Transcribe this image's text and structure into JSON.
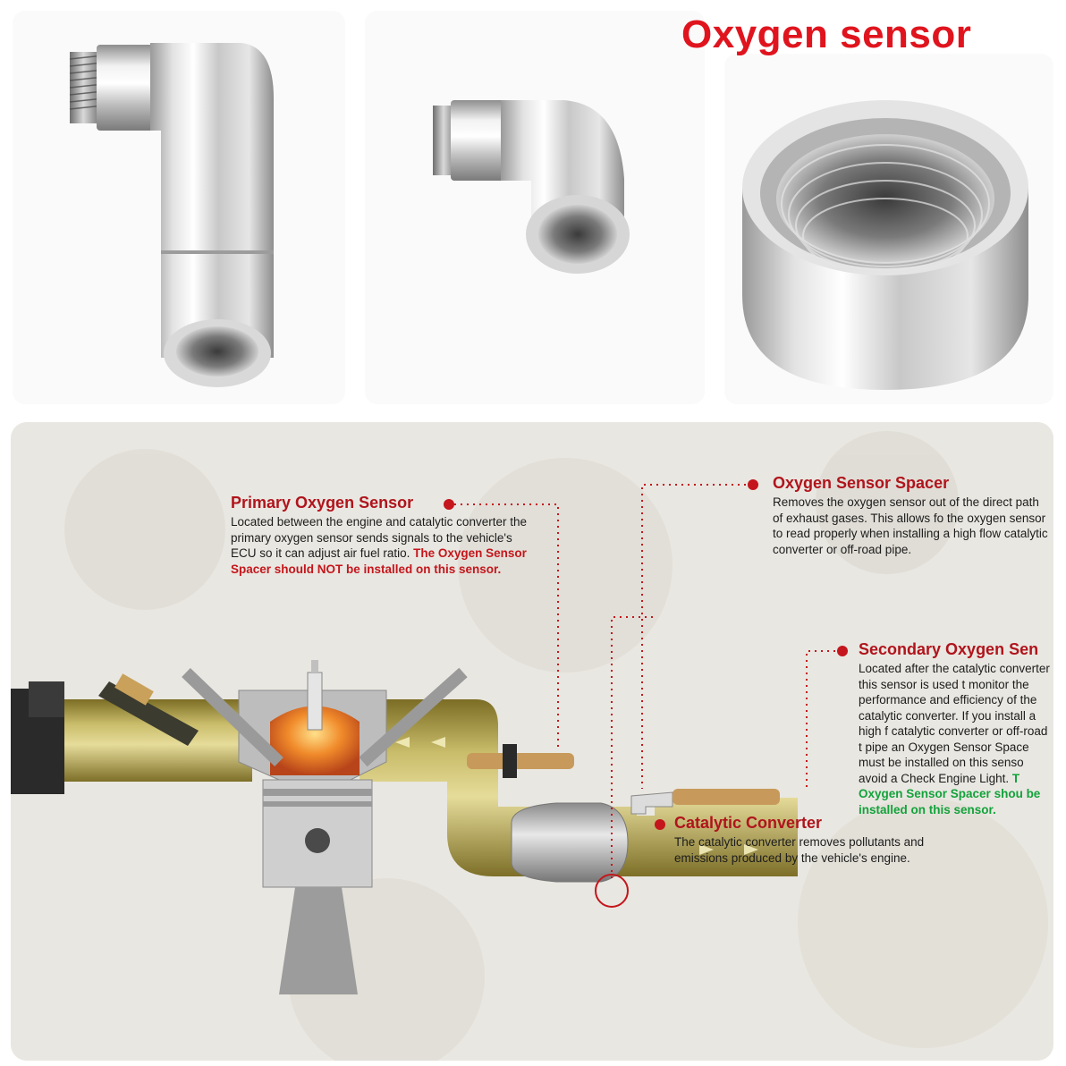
{
  "header": {
    "title": "Oxygen sensor"
  },
  "callouts": {
    "primary": {
      "title": "Primary Oxygen Sensor",
      "body": "Located between the engine and catalytic converter the primary oxygen sensor sends signals to the vehicle's ECU so it can adjust air fuel ratio.",
      "warning": "The Oxygen Sensor Spacer should NOT be installed on this sensor."
    },
    "spacer": {
      "title": "Oxygen Sensor Spacer",
      "body": "Removes the oxygen sensor out of the direct path of exhaust gases. This allows fo the oxygen sensor to read properly when installing a high flow catalytic converter or off-road pipe."
    },
    "secondary": {
      "title": "Secondary Oxygen Sen",
      "body": "Located after the catalytic converter this sensor is used t monitor the performance and efficiency of the catalytic converter. If you install a high f catalytic converter or off-road t pipe an Oxygen Sensor Space must be installed on this senso avoid a Check Engine Light.",
      "warning": "T Oxygen Sensor Spacer shou be installed on this sensor."
    },
    "catalytic": {
      "title": "Catalytic Converter",
      "body": "The catalytic converter removes pollutants and emissions produced by the vehicle's engine."
    }
  },
  "colors": {
    "accent": "#c4161c",
    "title": "#e0141e",
    "green": "#13a23b"
  }
}
